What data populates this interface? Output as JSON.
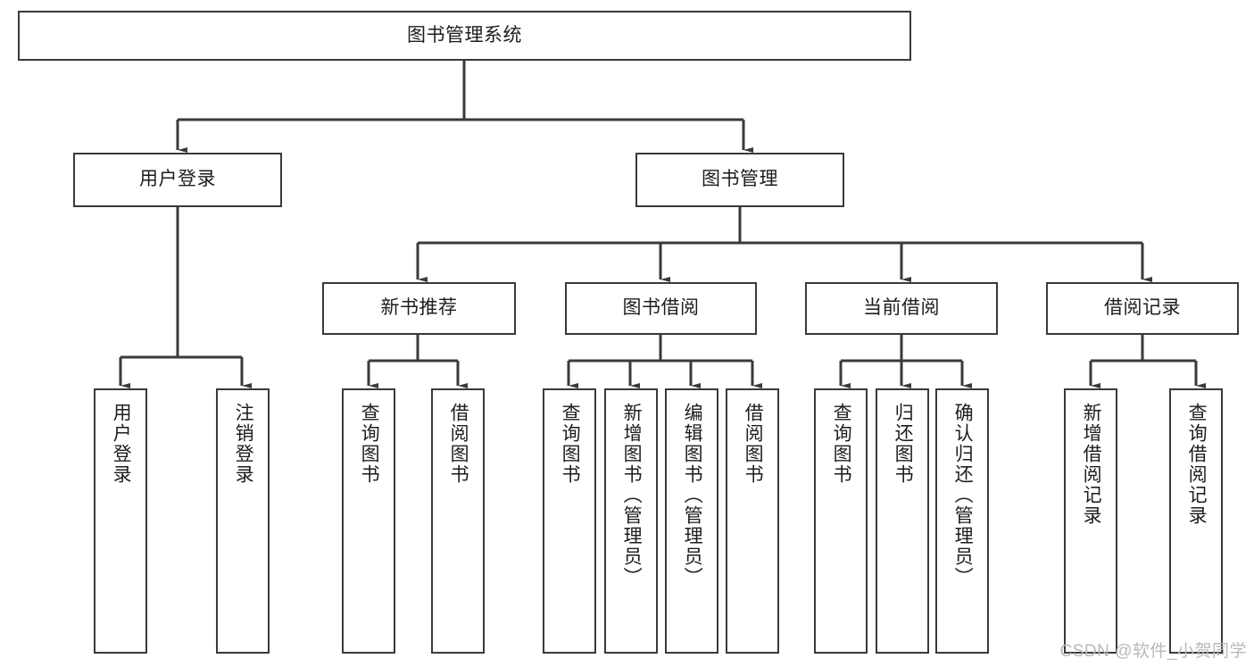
{
  "diagram": {
    "title": "图书管理系统",
    "type": "tree",
    "orientation": "top-down",
    "line_color": "#3a3a3a",
    "box_fill": "#ffffff",
    "text_color": "#1d1d1d",
    "levels": [
      {
        "level": 1,
        "nodes": [
          {
            "id": "root",
            "label": "图书管理系统",
            "text_direction": "horizontal"
          }
        ]
      },
      {
        "level": 2,
        "nodes": [
          {
            "id": "login",
            "label": "用户登录",
            "text_direction": "horizontal",
            "parent": "root"
          },
          {
            "id": "bookmgmt",
            "label": "图书管理",
            "text_direction": "horizontal",
            "parent": "root"
          }
        ]
      },
      {
        "level": 3,
        "nodes": [
          {
            "id": "newbook",
            "label": "新书推荐",
            "text_direction": "horizontal",
            "parent": "bookmgmt"
          },
          {
            "id": "borrow",
            "label": "图书借阅",
            "text_direction": "horizontal",
            "parent": "bookmgmt"
          },
          {
            "id": "current",
            "label": "当前借阅",
            "text_direction": "horizontal",
            "parent": "bookmgmt"
          },
          {
            "id": "records",
            "label": "借阅记录",
            "text_direction": "horizontal",
            "parent": "bookmgmt"
          }
        ]
      },
      {
        "level": 4,
        "nodes": [
          {
            "id": "leaf-login-1",
            "label": "用户登录",
            "text_direction": "vertical",
            "parent": "login"
          },
          {
            "id": "leaf-login-2",
            "label": "注销登录",
            "text_direction": "vertical",
            "parent": "login"
          },
          {
            "id": "leaf-new-1",
            "label": "查询图书",
            "text_direction": "vertical",
            "parent": "newbook"
          },
          {
            "id": "leaf-new-2",
            "label": "借阅图书",
            "text_direction": "vertical",
            "parent": "newbook"
          },
          {
            "id": "leaf-borrow-1",
            "label": "查询图书",
            "text_direction": "vertical",
            "parent": "borrow"
          },
          {
            "id": "leaf-borrow-2",
            "label": "新增图书（管理员）",
            "text_direction": "vertical",
            "parent": "borrow"
          },
          {
            "id": "leaf-borrow-3",
            "label": "编辑图书（管理员）",
            "text_direction": "vertical",
            "parent": "borrow"
          },
          {
            "id": "leaf-borrow-4",
            "label": "借阅图书",
            "text_direction": "vertical",
            "parent": "borrow"
          },
          {
            "id": "leaf-cur-1",
            "label": "查询图书",
            "text_direction": "vertical",
            "parent": "current"
          },
          {
            "id": "leaf-cur-2",
            "label": "归还图书",
            "text_direction": "vertical",
            "parent": "current"
          },
          {
            "id": "leaf-cur-3",
            "label": "确认归还（管理员）",
            "text_direction": "vertical",
            "parent": "current"
          },
          {
            "id": "leaf-rec-1",
            "label": "新增借阅记录",
            "text_direction": "vertical",
            "parent": "records"
          },
          {
            "id": "leaf-rec-2",
            "label": "查询借阅记录",
            "text_direction": "vertical",
            "parent": "records"
          }
        ]
      }
    ]
  },
  "watermark": {
    "text": "CSDN @软件_小贺同学"
  }
}
